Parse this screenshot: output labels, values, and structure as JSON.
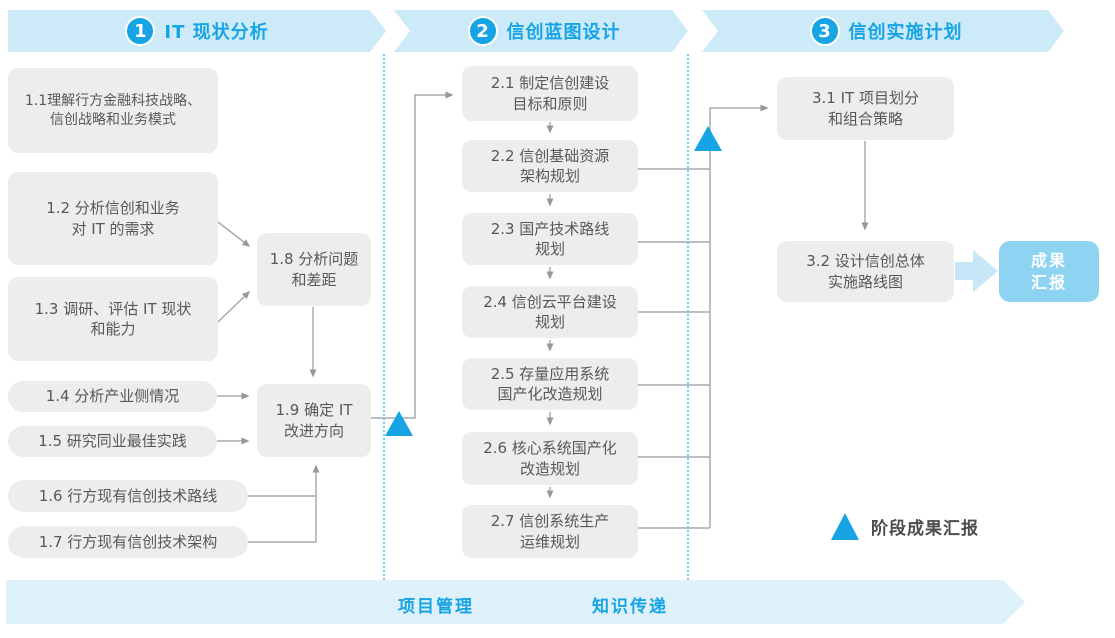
{
  "colors": {
    "accent_blue": "#17a4e4",
    "banner_fill": "#cdeaf8",
    "footer_band_fill": "#def1fb",
    "step_box_fill": "#ededee",
    "step_text": "#57585b",
    "connector_gray": "#a8aaad",
    "milestone_triangle": "#17a4e4",
    "result_box_fill": "#8fd3f3",
    "result_arrow_fill": "#c7e7f8",
    "legend_text": "#4b4c4e"
  },
  "phases": [
    {
      "number": "1",
      "title": "IT 现状分析",
      "steps": [
        {
          "lines": [
            "1.1理解行方金融科技战略、",
            "信创战略和业务模式"
          ]
        },
        {
          "lines": [
            "1.2 分析信创和业务",
            "对 IT 的需求"
          ]
        },
        {
          "lines": [
            "1.3 调研、评估 IT 现状",
            "和能力"
          ]
        },
        {
          "lines": [
            "1.4 分析产业侧情况"
          ]
        },
        {
          "lines": [
            "1.5 研究同业最佳实践"
          ]
        },
        {
          "lines": [
            "1.6 行方现有信创技术路线"
          ]
        },
        {
          "lines": [
            "1.7 行方现有信创技术架构"
          ]
        },
        {
          "lines": [
            "1.8 分析问题",
            "和差距"
          ]
        },
        {
          "lines": [
            "1.9 确定 IT",
            "改进方向"
          ]
        }
      ]
    },
    {
      "number": "2",
      "title": "信创蓝图设计",
      "steps": [
        {
          "lines": [
            "2.1 制定信创建设",
            "目标和原则"
          ]
        },
        {
          "lines": [
            "2.2 信创基础资源",
            "架构规划"
          ]
        },
        {
          "lines": [
            "2.3 国产技术路线",
            "规划"
          ]
        },
        {
          "lines": [
            "2.4 信创云平台建设",
            "规划"
          ]
        },
        {
          "lines": [
            "2.5 存量应用系统",
            "国产化改造规划"
          ]
        },
        {
          "lines": [
            "2.6 核心系统国产化",
            "改造规划"
          ]
        },
        {
          "lines": [
            "2.7 信创系统生产",
            "运维规划"
          ]
        }
      ]
    },
    {
      "number": "3",
      "title": "信创实施计划",
      "steps": [
        {
          "lines": [
            "3.1 IT 项目划分",
            "和组合策略"
          ]
        },
        {
          "lines": [
            "3.2 设计信创总体",
            "实施路线图"
          ]
        }
      ]
    }
  ],
  "result_box": {
    "lines": [
      "成果",
      "汇报"
    ]
  },
  "legend": {
    "label": "阶段成果汇报"
  },
  "footer": {
    "labels": [
      "项目管理",
      "知识传递"
    ]
  }
}
